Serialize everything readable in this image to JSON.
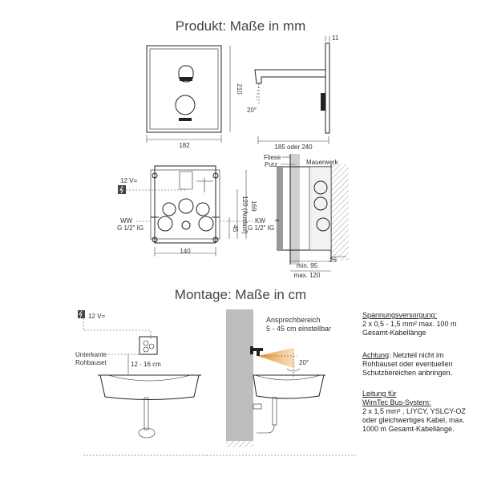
{
  "headings": {
    "product": "Produkt: Maße in mm",
    "mounting": "Montage: Maße in cm"
  },
  "front": {
    "width": "182",
    "height": "210"
  },
  "side": {
    "thickness": "11",
    "angle": "20°",
    "projection": "185 oder 240"
  },
  "box_front": {
    "power": "12 V=",
    "ww_label": "WW",
    "ww_thread": "G 1/2\" IG",
    "kw_label": "KW",
    "kw_thread": "G 1/2\" IG",
    "width": "140",
    "height": "169",
    "outlet": "120 (Auslauf)",
    "offset": "45"
  },
  "box_section": {
    "fliese": "Fliese",
    "putz": "Putz",
    "mauerwerk": "Mauerwerk",
    "min": "min. 95",
    "max": "max. 120",
    "depth": "26"
  },
  "mounting": {
    "power": "12 V=",
    "edge_label_1": "Unterkante",
    "edge_label_2": "Rohbauset",
    "height_range": "12 - 16 cm",
    "range_title": "Ansprechbereich",
    "range_value": "5 - 45 cm einstellbar",
    "angle": "20°"
  },
  "notes": {
    "supply_title": "Spannungsversorgung:",
    "supply_line1": "2 x 0,5 - 1,5 mm²  max. 100 m",
    "supply_line2": "Gesamt-Kabellänge",
    "warn_title": "Achtung",
    "warn_text": ": Netzteil nicht im Rohbauset oder eventuellen Schutzbereichen anbringen.",
    "bus_title_1": "Leitung für",
    "bus_title_2": "WimTec Bus-System:",
    "bus_text": "2 x 1,5 mm² , LIYCY, YSLCY-OZ oder gleichwertiges Kabel, max. 1000 m Gesamt-Kabellänge."
  }
}
